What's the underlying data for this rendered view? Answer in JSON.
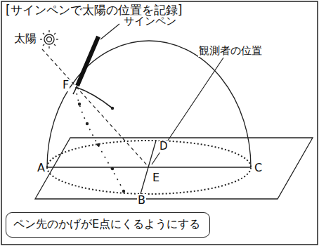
{
  "diagram": {
    "title": "[サインペンで太陽の位置を記録]",
    "nodes": [
      {
        "text": [
          "ペン先のかげがE点にくるようにする"
        ]
      }
    ],
    "labels": [
      "太陽",
      "サインペン",
      "観測者の位置",
      "F",
      "D",
      "A",
      "E",
      "C",
      "B"
    ]
  }
}
